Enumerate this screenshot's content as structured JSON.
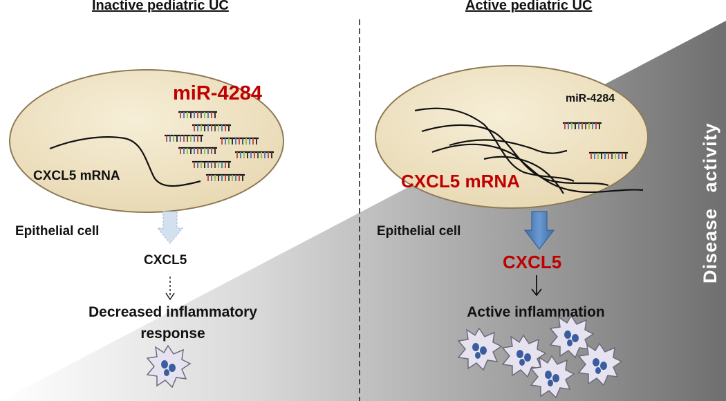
{
  "left_panel": {
    "title": "Inactive pediatric UC",
    "mirna_label": "miR-4284",
    "mrna_label": "CXCL5 mRNA",
    "cell_label": "Epithelial cell",
    "protein_label": "CXCL5",
    "outcome_line1": "Decreased inflammatory",
    "outcome_line2": "response"
  },
  "right_panel": {
    "title": "Active pediatric UC",
    "mirna_label": "miR-4284",
    "mrna_label": "CXCL5 mRNA",
    "cell_label": "Epithelial cell",
    "protein_label": "CXCL5",
    "outcome": "Active inflammation"
  },
  "gradient_axis_label": "Disease activity",
  "colors": {
    "cell_fill": "#efe3c4",
    "cell_stroke": "#8c7a56",
    "highlight_red": "#c00000",
    "arrow_blue": "#4f81bd",
    "arrow_pale": "#d3e1ef",
    "immune_cell_fill": "#e7e2ef",
    "immune_cell_nucleus": "#3a5d9f"
  }
}
